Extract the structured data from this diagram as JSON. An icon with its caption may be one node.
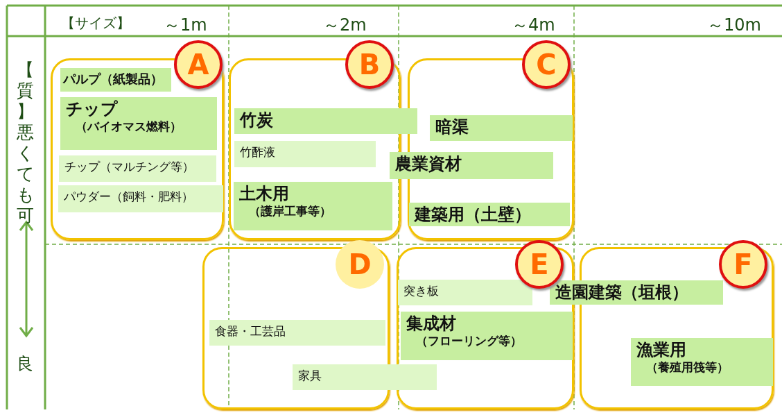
{
  "diagram": {
    "nodes": [
      {
        "text": [],
        "shape": "box"
      },
      {
        "text": [
          "A"
        ]
      },
      {
        "text": [
          "パルプ（紙製品）"
        ],
        "in": 0
      },
      {
        "text": [
          "チップ",
          "（バイオマス燃料）"
        ],
        "in": 0
      },
      {
        "text": [
          "チップ（マルチング等）"
        ],
        "in": 0
      },
      {
        "text": [
          "パウダー（飼料・肥料）"
        ],
        "in": 0
      },
      {
        "text": [],
        "shape": "box"
      },
      {
        "text": [
          "B"
        ]
      },
      {
        "text": [
          "竹炭"
        ]
      },
      {
        "text": [
          "竹酢液"
        ],
        "in": 6
      },
      {
        "text": [
          "土木用",
          "（護岸工事等）"
        ],
        "in": 6
      },
      {
        "text": [],
        "shape": "box"
      },
      {
        "text": [
          "C"
        ]
      },
      {
        "text": [
          "暗渠"
        ],
        "in": 11
      },
      {
        "text": [
          "農業資材"
        ]
      },
      {
        "text": [
          "建築用（土壁）"
        ],
        "in": 11
      },
      {
        "text": [],
        "shape": "box"
      },
      {
        "text": [
          "D"
        ]
      },
      {
        "text": [
          "食器・工芸品"
        ],
        "in": 16
      },
      {
        "text": [
          "家具"
        ]
      },
      {
        "text": [],
        "shape": "box"
      },
      {
        "text": [
          "E"
        ]
      },
      {
        "text": [
          "突き板"
        ],
        "in": 20
      },
      {
        "text": [
          "集成材",
          "（フローリング等）"
        ],
        "in": 20
      },
      {
        "text": [],
        "shape": "box"
      },
      {
        "text": [
          "F"
        ]
      },
      {
        "text": [
          "造園建築（垣根）"
        ]
      },
      {
        "text": [
          "漁業用",
          "（養殖用筏等）"
        ],
        "in": 24
      }
    ],
    "labels": [
      "【サイズ】",
      "～1m",
      "～2m",
      "～4m",
      "～10m",
      "【質】悪くても可",
      "良"
    ]
  }
}
